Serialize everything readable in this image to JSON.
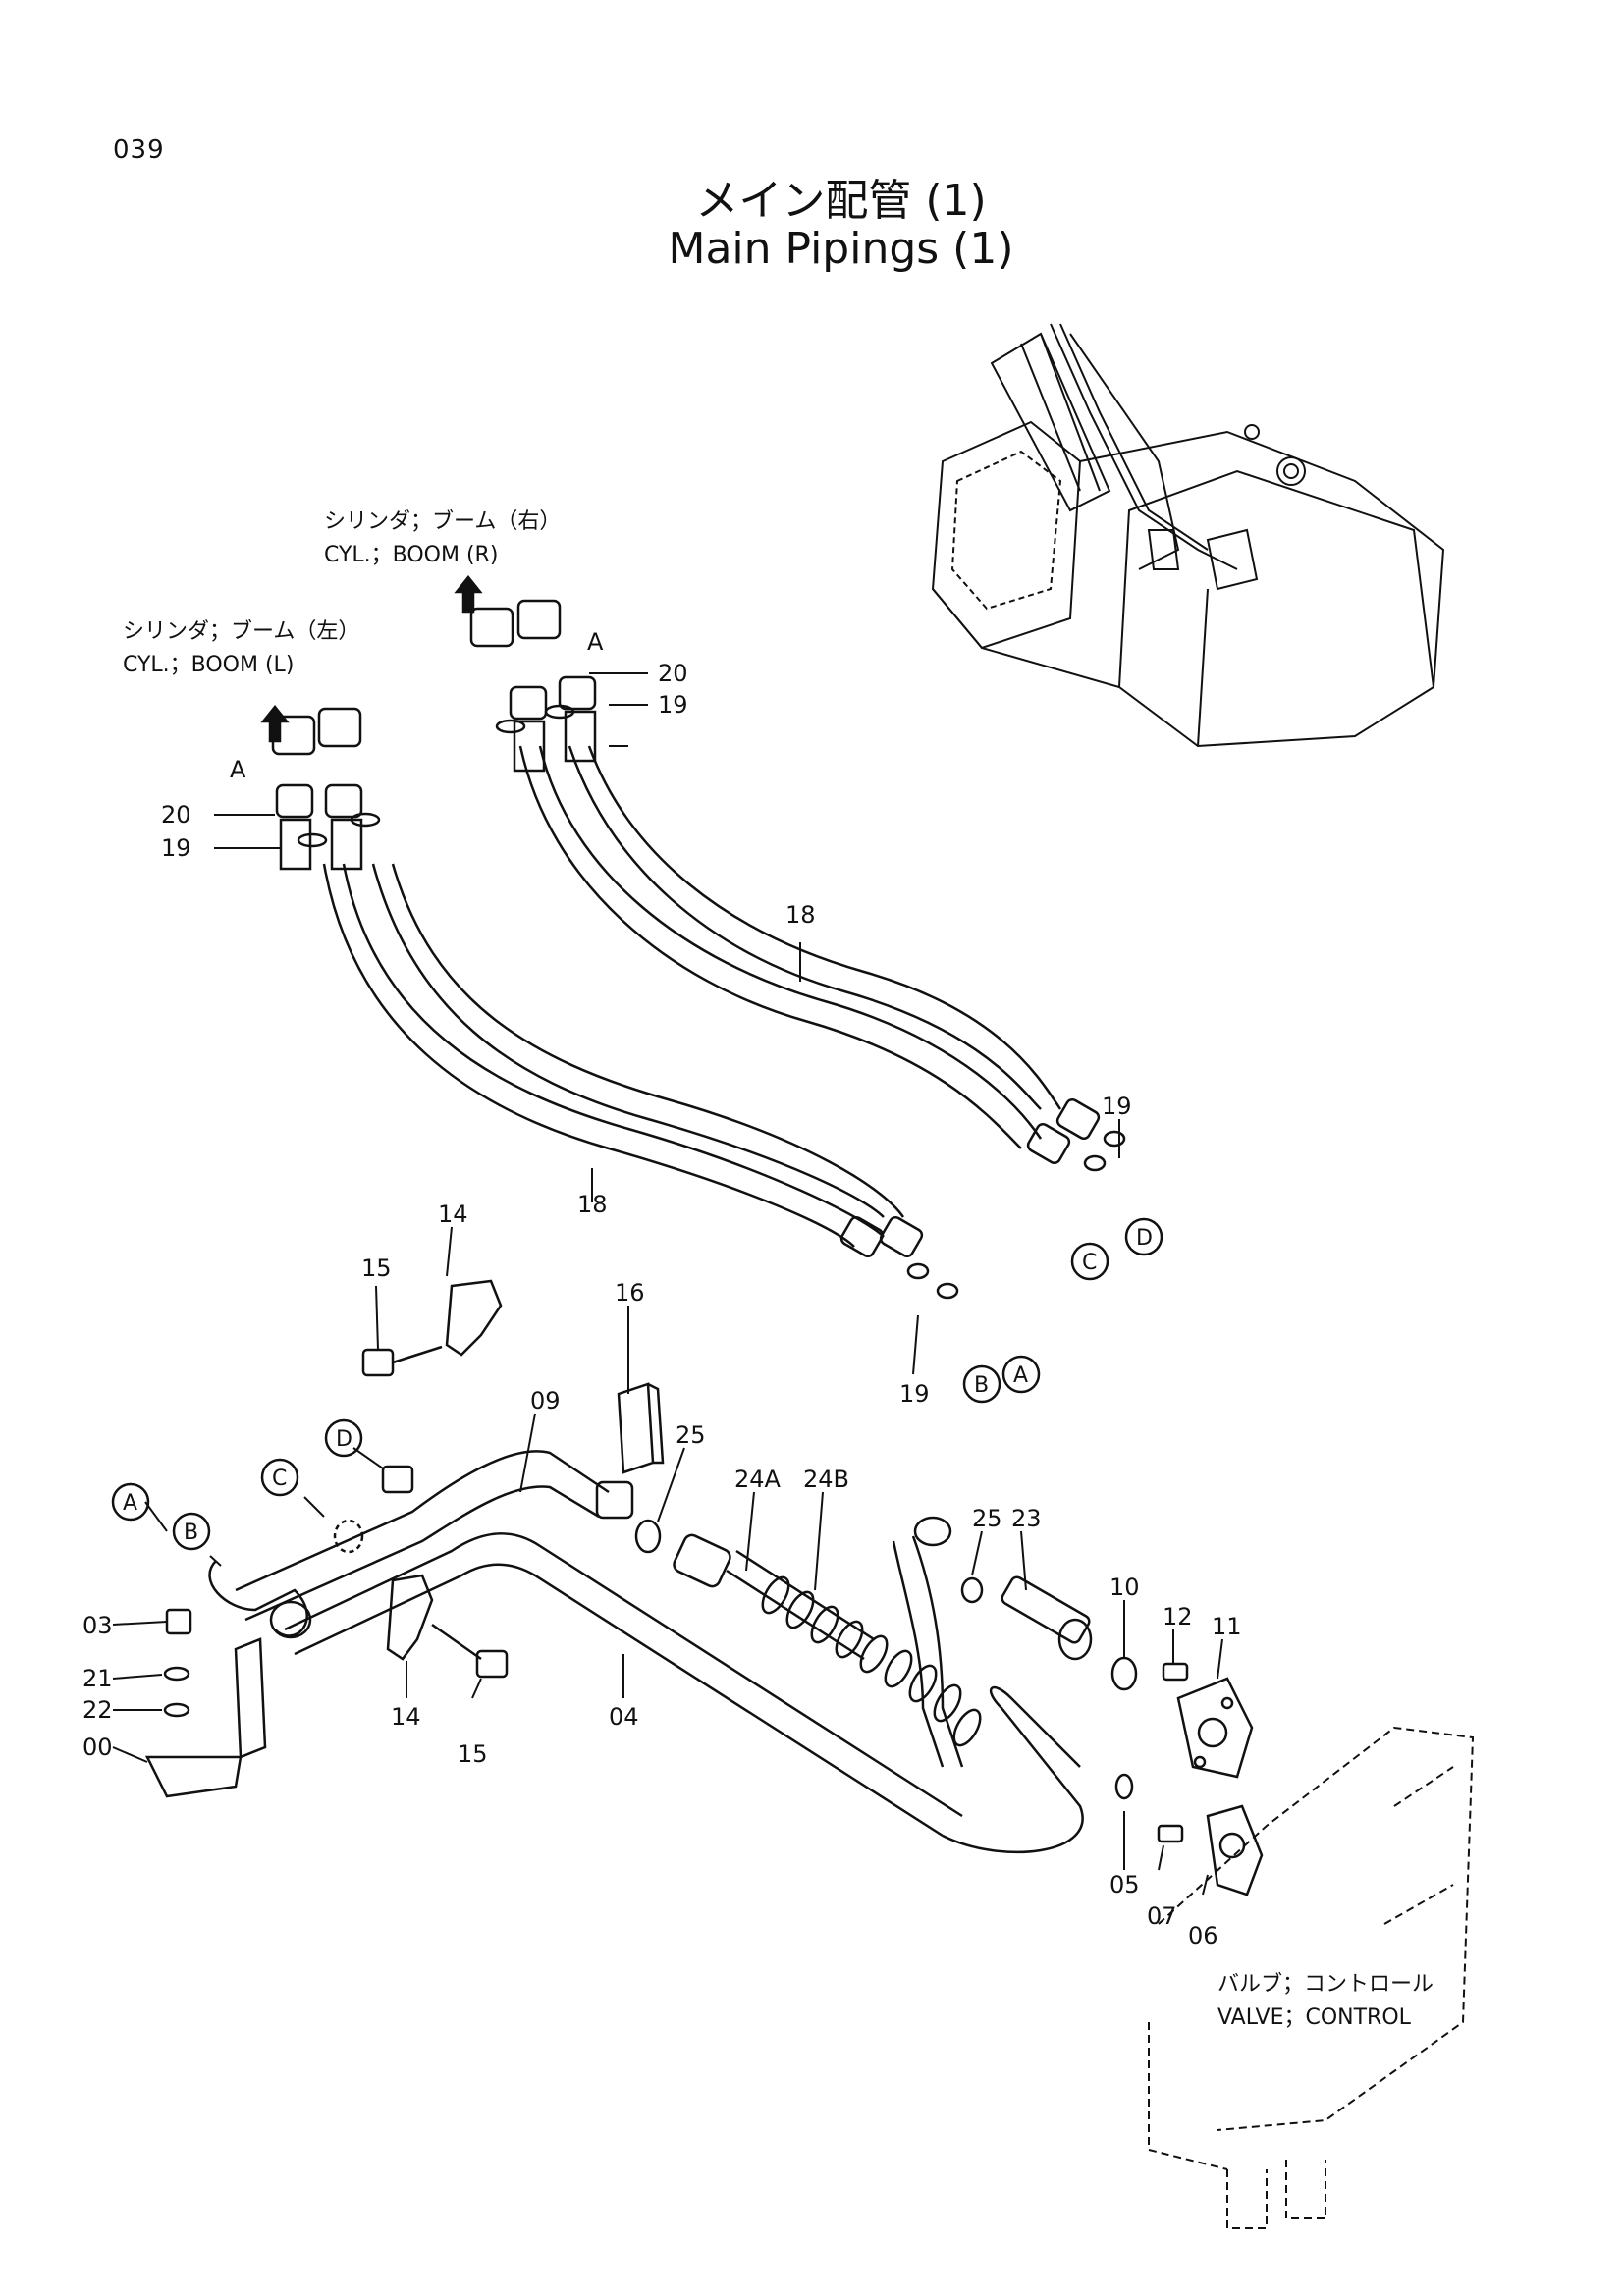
{
  "page": {
    "number": "039"
  },
  "title": {
    "jp": "メイン配管 (1)",
    "en": "Main Pipings (1)"
  },
  "notes": {
    "boom_right_jp": "シリンダ；ブーム（右）",
    "boom_right_en": "CYL.；BOOM (R)",
    "boom_left_jp": "シリンダ；ブーム（左）",
    "boom_left_en": "CYL.；BOOM (L)",
    "valve_jp": "バルブ；コントロール",
    "valve_en": "VALVE；CONTROL"
  },
  "connectors": {
    "a": "A",
    "b": "B",
    "c": "C",
    "d": "D"
  },
  "parts": {
    "p00": "00",
    "p03": "03",
    "p04": "04",
    "p05": "05",
    "p06": "06",
    "p07": "07",
    "p09": "09",
    "p10": "10",
    "p11": "11",
    "p12": "12",
    "p14": "14",
    "p15": "15",
    "p16": "16",
    "p18": "18",
    "p19": "19",
    "p20": "20",
    "p21": "21",
    "p22": "22",
    "p23": "23",
    "p24a": "24A",
    "p24b": "24B",
    "p25": "25"
  }
}
